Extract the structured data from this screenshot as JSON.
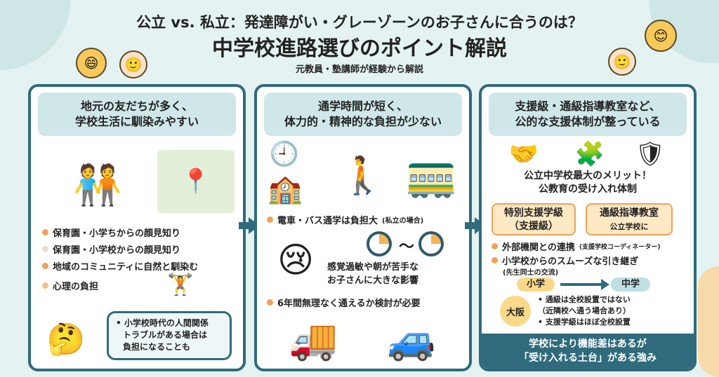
{
  "header": {
    "title_line1": "公立 vs. 私立：発達障がい・グレーゾーンのお子さんに合うのは？",
    "title_line2": "中学校進路選びのポイント解説",
    "subtitle": "元教員・塾講師が経験から解説"
  },
  "panels": [
    {
      "heading": [
        "地元の友だちが多く、",
        "学校生活に馴染みやすい"
      ],
      "bullets": [
        "保育園・小学ちからの顔見知り",
        "保育園・小学校からの顔見知り",
        "地域のコミュニティに自然と馴染む",
        "心理の負担"
      ],
      "bubble": [
        "小学校時代の人間関係",
        "トラブルがある場合は",
        "負担になることも"
      ],
      "bubble_mark": "•"
    },
    {
      "heading": [
        "通学時間が短く、",
        "体力的・精神的な負担が少ない"
      ],
      "bullet1": "電車・バス通学は負担大",
      "bullet1_note": "(私立の場合)",
      "sub_bullet": [
        "感覚過敏や朝が苦手な",
        "お子さんに大きな影響"
      ],
      "tilde": "〜",
      "bullet2": "6年間無理なく通えるか検討が必要"
    },
    {
      "heading": [
        "支援級・通級指導教室など、",
        "公的な支援体制が整っている"
      ],
      "merit": [
        "公立中学校最大のメリット！",
        "公教育の受け入れ体制"
      ],
      "box1": [
        "特別支援学級",
        "（支援級）"
      ],
      "box2": [
        "通級指導教室",
        "公立学校に"
      ],
      "bullet1": "外部機関との連携",
      "bullet1_note": "(支援学校コーディネーター)",
      "bullet2": "小学校からのスムーズな引き継ぎ",
      "bullet2_note": "(先生同士の交流)",
      "from": "小学",
      "to": "中学",
      "region": "大阪",
      "region_notes": [
        "• 通級は全校設置ではない",
        "（近隣校へ通う場合あり）",
        "• 支援学級はほぼ全校設置"
      ],
      "footer": [
        "学校により機能差はあるが",
        "「受け入れる土台」がある強み"
      ]
    }
  ],
  "colors": {
    "teal": "#2f6b7c",
    "accent": "#f0a25a",
    "bg": "#e4f2f2"
  }
}
